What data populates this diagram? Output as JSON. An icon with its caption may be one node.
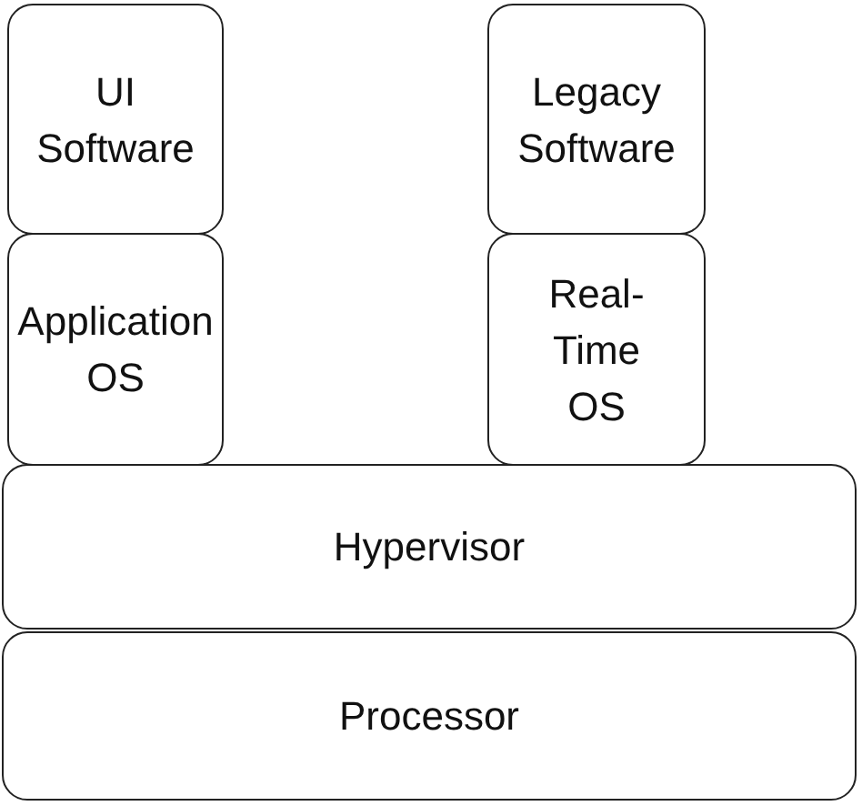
{
  "diagram": {
    "nodes": [
      {
        "text": [
          "UI Software"
        ]
      },
      {
        "text": [
          "Legacy Software"
        ]
      },
      {
        "text": [
          "Application OS"
        ]
      },
      {
        "text": [
          "Real-Time OS"
        ]
      },
      {
        "text": [
          "Hypervisor"
        ]
      },
      {
        "text": [
          "Processor"
        ]
      }
    ],
    "edges": []
  }
}
